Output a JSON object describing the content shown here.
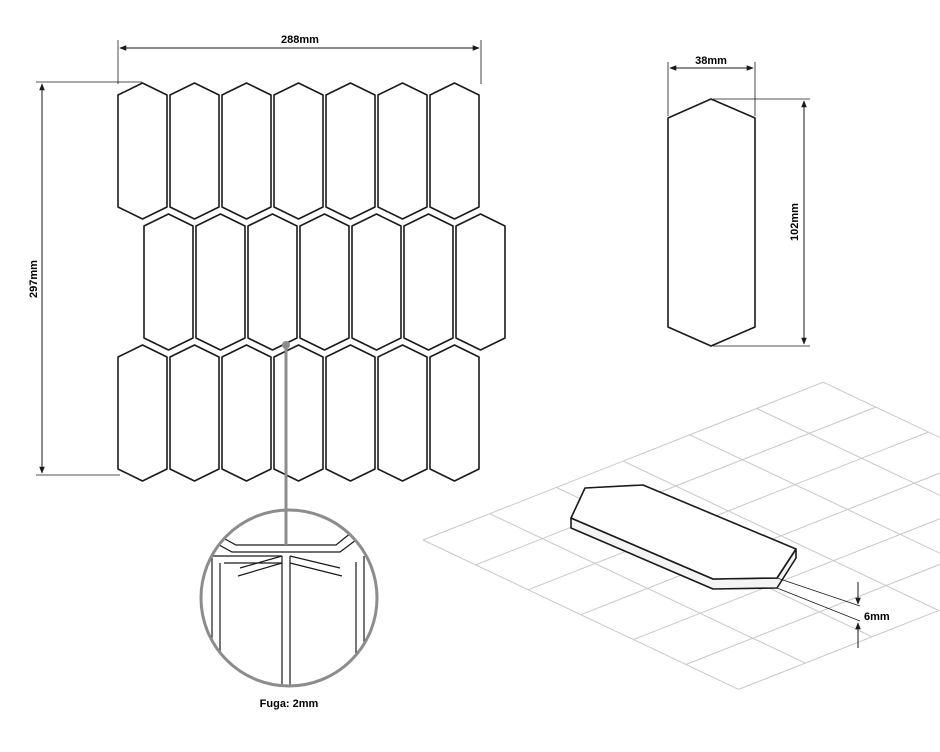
{
  "dimensions": {
    "mosaic_width": "288mm",
    "mosaic_height": "297mm",
    "tile_width": "38mm",
    "tile_height": "102mm",
    "tile_thickness": "6mm"
  },
  "detail": {
    "joint_label": "Fuga: 2mm"
  },
  "layout": {
    "rows": [
      {
        "columns": 7,
        "offset": "none"
      },
      {
        "columns": 7,
        "offset": "half"
      },
      {
        "columns": 7,
        "offset": "none"
      }
    ]
  },
  "colors": {
    "line": "#1a1a1a",
    "leader": "#8c8c8c",
    "grid": "#c8c8c8",
    "background": "#ffffff"
  }
}
